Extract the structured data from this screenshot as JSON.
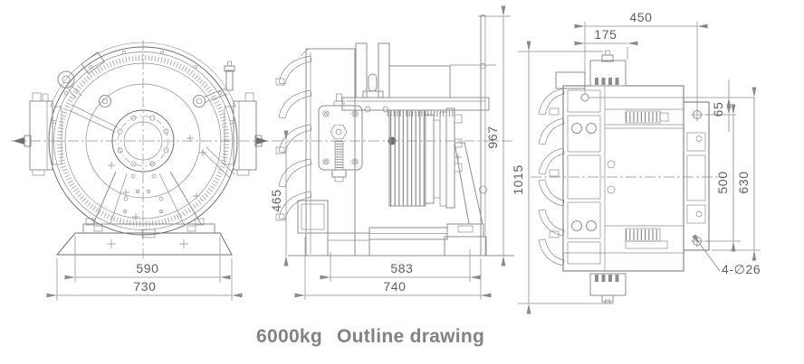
{
  "caption": {
    "capacity": "6000kg",
    "label": "Outline drawing"
  },
  "views": {
    "front": {
      "name": "front-view",
      "dims": {
        "base_top_width": "590",
        "base_bottom_width": "730"
      }
    },
    "side": {
      "name": "side-view",
      "dims": {
        "center_height": "465",
        "foot_span": "583",
        "overall_length": "740",
        "overall_height": "967"
      }
    },
    "plan": {
      "name": "plan-view",
      "dims": {
        "hole_to_hole_width": "450",
        "box_offset": "175",
        "hole_offset": "65",
        "hole_pitch": "500",
        "plate_width": "630",
        "overall_width": "1015"
      },
      "hole_note": "4-∅26"
    }
  },
  "colors": {
    "line": "#8e8e8e",
    "line_dark": "#6f6f6f",
    "dim": "#8a8a8a",
    "text": "#5f5f5f",
    "caption": "#828282",
    "bg": "#ffffff"
  }
}
